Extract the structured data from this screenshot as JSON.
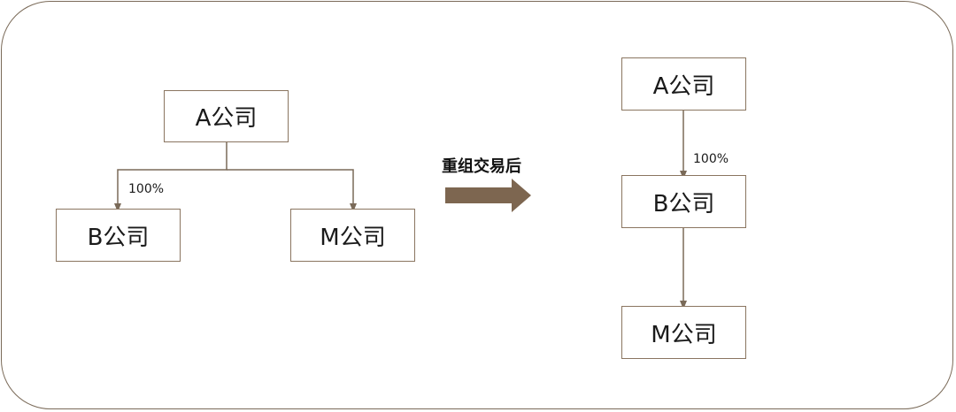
{
  "before": {
    "parent": "A公司",
    "child_b": "B公司",
    "child_m": "M公司",
    "ownership_b": "100%"
  },
  "transition": {
    "label": "重组交易后"
  },
  "after": {
    "top": "A公司",
    "middle": "B公司",
    "bottom": "M公司",
    "ownership_ab": "100%"
  },
  "colors": {
    "line": "#7a6a58",
    "arrow": "#7d6650",
    "border": "#8a7560"
  }
}
